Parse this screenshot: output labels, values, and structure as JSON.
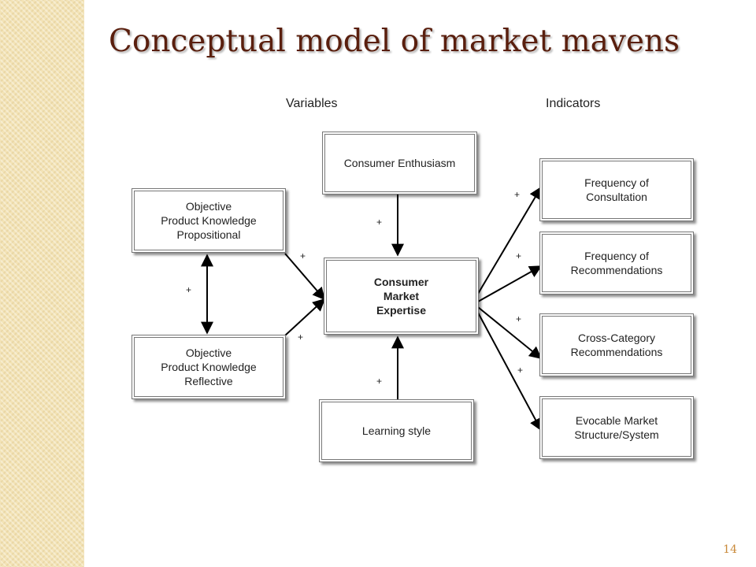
{
  "slide": {
    "title": "Conceptual model of market mavens",
    "page_number": "14",
    "accent_color": "#5a1f0e",
    "strip_color": "#f3e3b6"
  },
  "headers": {
    "variables": "Variables",
    "indicators": "Indicators"
  },
  "boxes": {
    "enthusiasm": "Consumer Enthusiasm",
    "propositional": "Objective\nProduct Knowledge\nPropositional",
    "reflective": "Objective\nProduct Knowledge\nReflective",
    "expertise": "Consumer\nMarket\nExpertise",
    "learning": "Learning style",
    "consultation": "Frequency of\nConsultation",
    "recommendations": "Frequency of\nRecommendations",
    "cross_category": "Cross-Category\nRecommendations",
    "evocable": "Evocable Market\nStructure/System"
  },
  "signs": {
    "positive": "+"
  }
}
